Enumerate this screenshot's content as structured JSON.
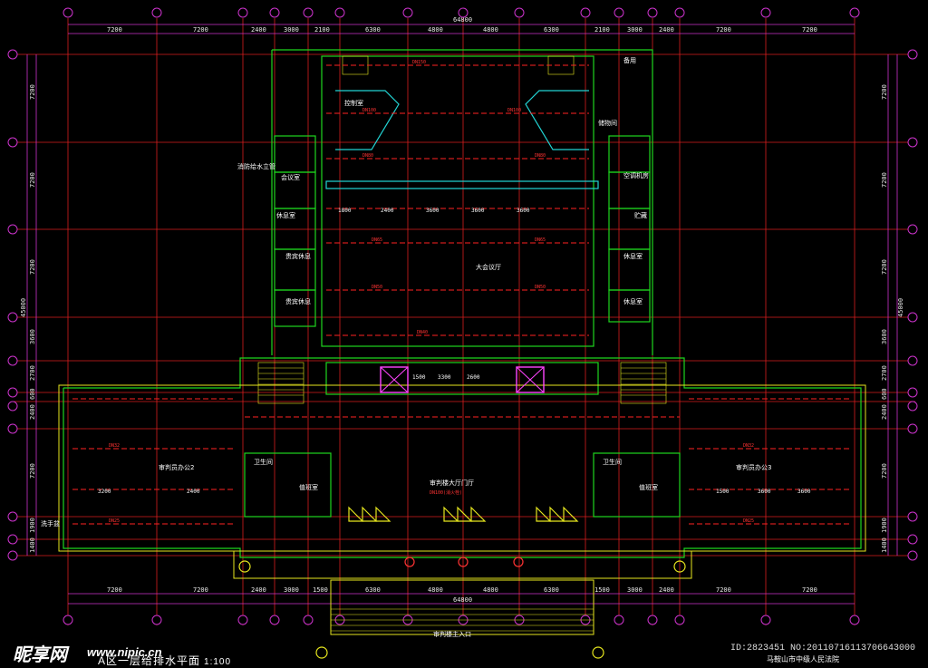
{
  "drawing": {
    "title": "A区一层给排水平面",
    "scale": "1:100",
    "watermark_site": "昵享网",
    "watermark_url": "www.nipic.cn",
    "image_id": "ID:2823451 NO:20110716113706643000",
    "company_note": "马鞍山市中级人民法院"
  },
  "dimensions": {
    "total_top": "64800",
    "total_bottom": "64800",
    "top_chain": [
      "7200",
      "7200",
      "2400",
      "3000",
      "2100",
      "6300",
      "4800",
      "4800",
      "6300",
      "2100",
      "3000",
      "2400",
      "7200",
      "7200"
    ],
    "bottom_chain": [
      "7200",
      "7200",
      "2400",
      "3000",
      "1500",
      "6300",
      "4800",
      "4800",
      "6300",
      "1500",
      "3000",
      "2400",
      "7200",
      "7200"
    ],
    "left_chain": [
      "7200",
      "7200",
      "7200",
      "3600",
      "2700",
      "600",
      "2400",
      "7200",
      "1900",
      "1400"
    ],
    "right_chain": [
      "7200",
      "7200",
      "7200",
      "3600",
      "2700",
      "600",
      "2400",
      "7200",
      "1900",
      "1400"
    ],
    "left_total": "45000",
    "right_total": "45000"
  },
  "rooms": {
    "hall": "大会议厅",
    "lobby": "审判楼大厅门厅",
    "lobby_sub": "DN100(消火栓)",
    "office_left": "审判员办公2",
    "office_right": "审判员办公3",
    "left_small_1": "会议室",
    "left_small_2": "休息室",
    "left_small_3": "贵宾休息",
    "left_small_4": "贵宾休息",
    "right_small_1": "空调机房",
    "right_small_2": "贮藏",
    "right_small_3": "休息室",
    "right_small_4": "休息室",
    "bottom_left_1": "值班室",
    "bottom_left_2": "卫生间",
    "bottom_right_1": "卫生间",
    "bottom_right_2": "值班室",
    "entrance": "审判楼主入口",
    "stage_left": "控制室",
    "stage_right": "储物间",
    "top_right": "备用",
    "note_fire": "消防给水立管",
    "note_wash": "洗手盆"
  },
  "pipe_labels": [
    "DN150",
    "DN100",
    "DN80",
    "DN65",
    "DN50",
    "DN40",
    "DN32",
    "DN25"
  ],
  "dim_labels_inner": [
    "1800",
    "2400",
    "3600",
    "3600",
    "3600",
    "1500",
    "3300",
    "2600",
    "3200",
    "1500",
    "3600",
    "3600",
    "2400"
  ]
}
